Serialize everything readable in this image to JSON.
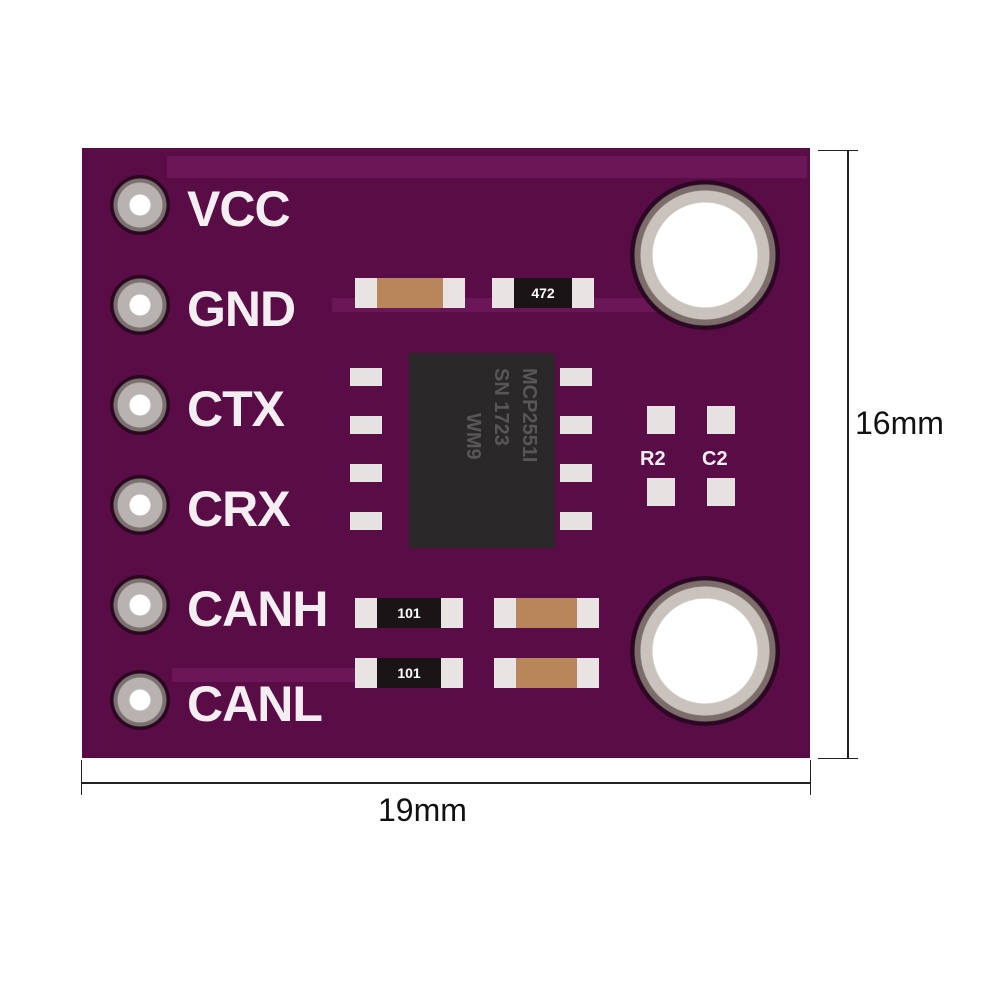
{
  "pins": [
    "VCC",
    "GND",
    "CTX",
    "CRX",
    "CANH",
    "CANL"
  ],
  "chip": {
    "line1": "MCP2551I",
    "line2": "SN 1723",
    "line3": "WM9"
  },
  "resistor_codes": {
    "top": "472",
    "mid": "101",
    "bottom": "101"
  },
  "silkscreen": {
    "r2": "R2",
    "c2": "C2"
  },
  "dimensions": {
    "height": "16mm",
    "width": "19mm"
  },
  "colors": {
    "board": "#5a0c47"
  }
}
